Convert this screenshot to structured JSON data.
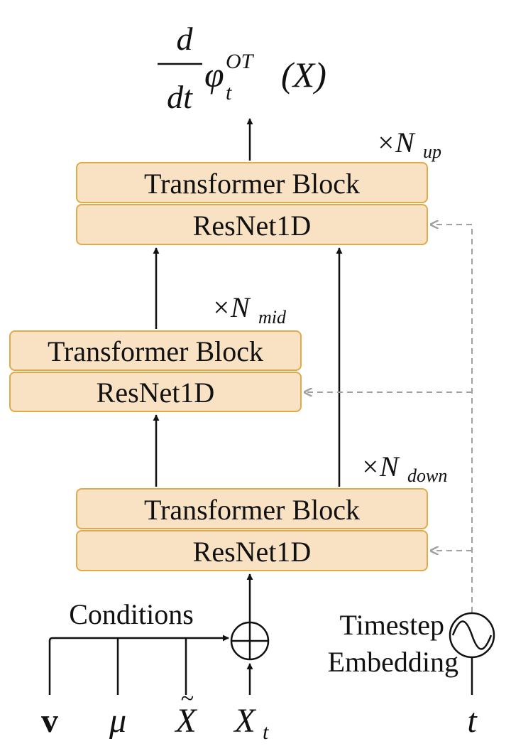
{
  "output_label": {
    "frac_num": "d",
    "frac_den": "dt",
    "phi": "φ",
    "phi_sup": "OT",
    "phi_sub": "t",
    "arg": "(X)"
  },
  "up_block": {
    "transformer": "Transformer Block",
    "resnet": "ResNet1D",
    "mult_symbol": "×N",
    "mult_sub": "up"
  },
  "mid_block": {
    "transformer": "Transformer Block",
    "resnet": "ResNet1D",
    "mult_symbol": "×N",
    "mult_sub": "mid"
  },
  "down_block": {
    "transformer": "Transformer Block",
    "resnet": "ResNet1D",
    "mult_symbol": "×N",
    "mult_sub": "down"
  },
  "conditions_label": "Conditions",
  "timestep_label": [
    "Timestep",
    "Embedding"
  ],
  "inputs": {
    "v": "v",
    "mu": "μ",
    "xtilde": "X",
    "xtilde_accent": "~",
    "xt": "X",
    "xt_sub": "t",
    "t": "t"
  },
  "colors": {
    "block_fill": "#f9e2c3",
    "block_stroke": "#e0a94a",
    "arrow": "#111111",
    "dashed": "#a0a0a0"
  },
  "icons": {
    "sum": "circle-plus-icon",
    "embedding": "sine-wave-circle-icon"
  }
}
